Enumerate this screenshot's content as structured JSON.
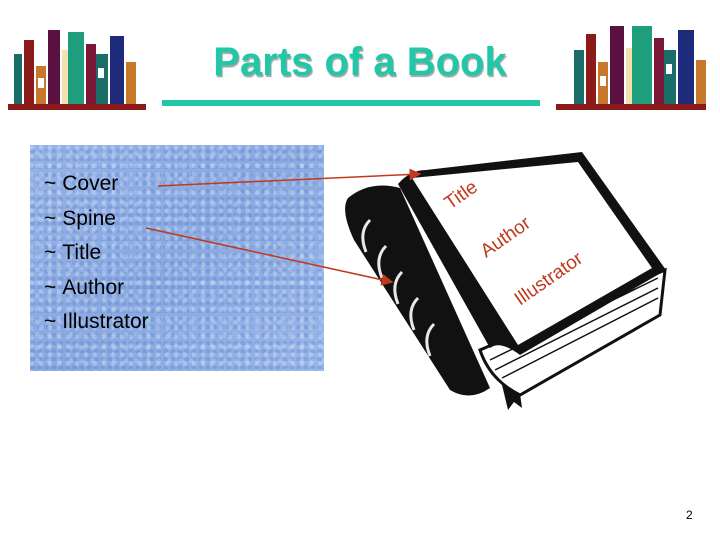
{
  "slide": {
    "title": "Parts of a Book",
    "bullets": [
      {
        "marker": "~",
        "label": "Cover"
      },
      {
        "marker": "~",
        "label": "Spine"
      },
      {
        "marker": "~",
        "label": "Title"
      },
      {
        "marker": "~",
        "label": "Author"
      },
      {
        "marker": "~",
        "label": "Illustrator"
      }
    ],
    "book_labels": {
      "title": "Title",
      "author": "Author",
      "illustrator": "Illustrator"
    },
    "page_number": "2"
  },
  "colors": {
    "title": "#22c7a7",
    "label_text": "#c0391c",
    "arrow": "#c0391c",
    "shelf": "#8b1a1a"
  },
  "icons": [
    "bookshelf-icon",
    "book-illustration"
  ]
}
